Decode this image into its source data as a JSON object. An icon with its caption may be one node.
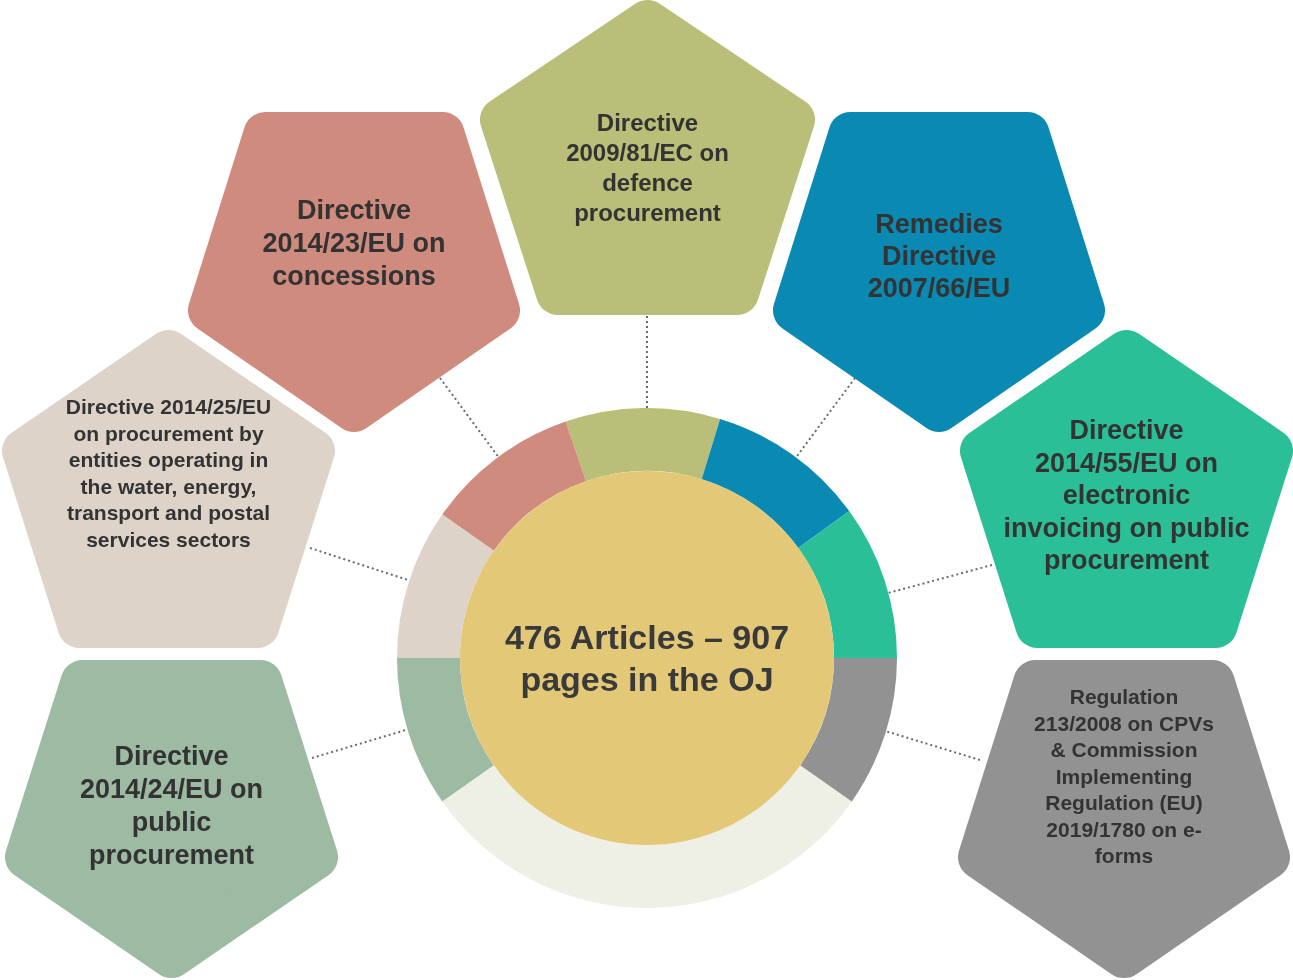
{
  "diagram": {
    "nodes": [
      {
        "text": [
          "476 Articles – 907 pages in the OJ"
        ]
      },
      {
        "text": [
          "Directive 2009/81/EC on defence procurement"
        ]
      },
      {
        "text": [
          "Directive 2014/23/EU on concessions"
        ]
      },
      {
        "text": [
          "Remedies Directive 2007/66/EU"
        ]
      },
      {
        "text": [
          "Directive 2014/25/EU on procurement by entities operating in the water, energy, transport and postal services sectors"
        ]
      },
      {
        "text": [
          "Directive 2014/55/EU on electronic invoicing on public procurement"
        ]
      },
      {
        "text": [
          "Directive 2014/24/EU on public procurement"
        ]
      },
      {
        "text": [
          "Regulation 213/2008 on CPVs & Commission Implementing Regulation (EU) 2019/1780 on e-forms"
        ]
      }
    ],
    "edges": [
      {
        "from": 1,
        "to": 0,
        "arrow": "none",
        "style": "dashed"
      },
      {
        "from": 2,
        "to": 0,
        "arrow": "none",
        "style": "dashed"
      },
      {
        "from": 3,
        "to": 0,
        "arrow": "none",
        "style": "dashed"
      },
      {
        "from": 4,
        "to": 0,
        "arrow": "none",
        "style": "dashed"
      },
      {
        "from": 5,
        "to": 0,
        "arrow": "none",
        "style": "dashed"
      },
      {
        "from": 6,
        "to": 0,
        "arrow": "none",
        "style": "dashed"
      },
      {
        "from": 7,
        "to": 0,
        "arrow": "none",
        "style": "dashed"
      }
    ]
  }
}
